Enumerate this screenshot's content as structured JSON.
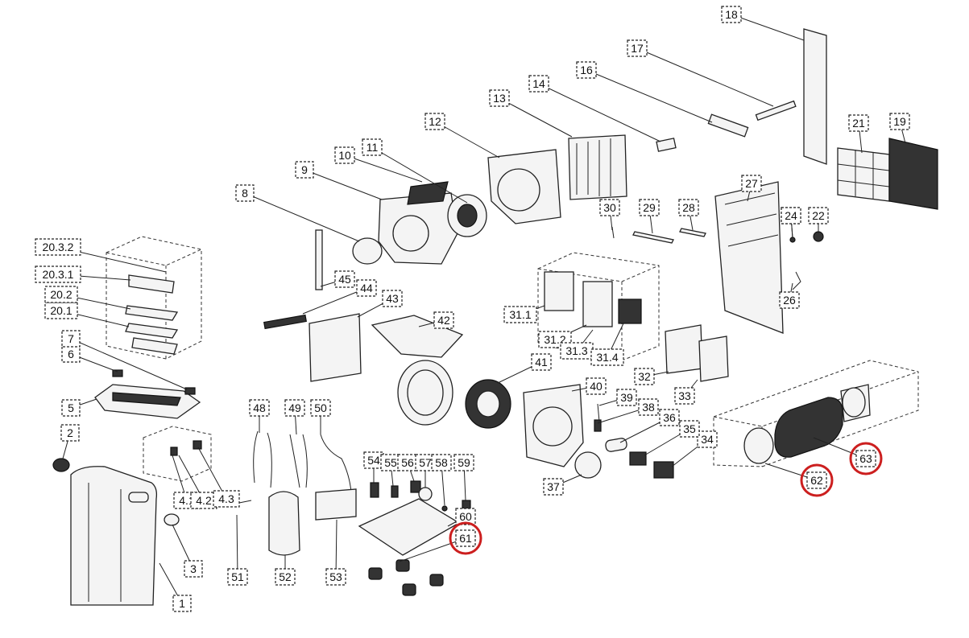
{
  "labels": [
    "1",
    "2",
    "3",
    "4.1",
    "4.2",
    "4.3",
    "5",
    "6",
    "7",
    "8",
    "9",
    "10",
    "11",
    "12",
    "13",
    "14",
    "16",
    "17",
    "18",
    "19",
    "20.1",
    "20.2",
    "20.3.1",
    "20.3.2",
    "21",
    "22",
    "24",
    "24",
    "26",
    "27",
    "28",
    "29",
    "30",
    "31.1",
    "31.2",
    "31.3",
    "31.4",
    "32",
    "33",
    "34",
    "35",
    "36",
    "37",
    "38",
    "39",
    "40",
    "41",
    "42",
    "43",
    "44",
    "45",
    "48",
    "49",
    "50",
    "51",
    "52",
    "53",
    "54",
    "55",
    "56",
    "57",
    "58",
    "59",
    "60",
    "61",
    "62",
    "63"
  ],
  "highlighted": [
    "61",
    "62",
    "63"
  ],
  "colors": {
    "highlight": "#cc1f1f",
    "line": "#222222"
  }
}
